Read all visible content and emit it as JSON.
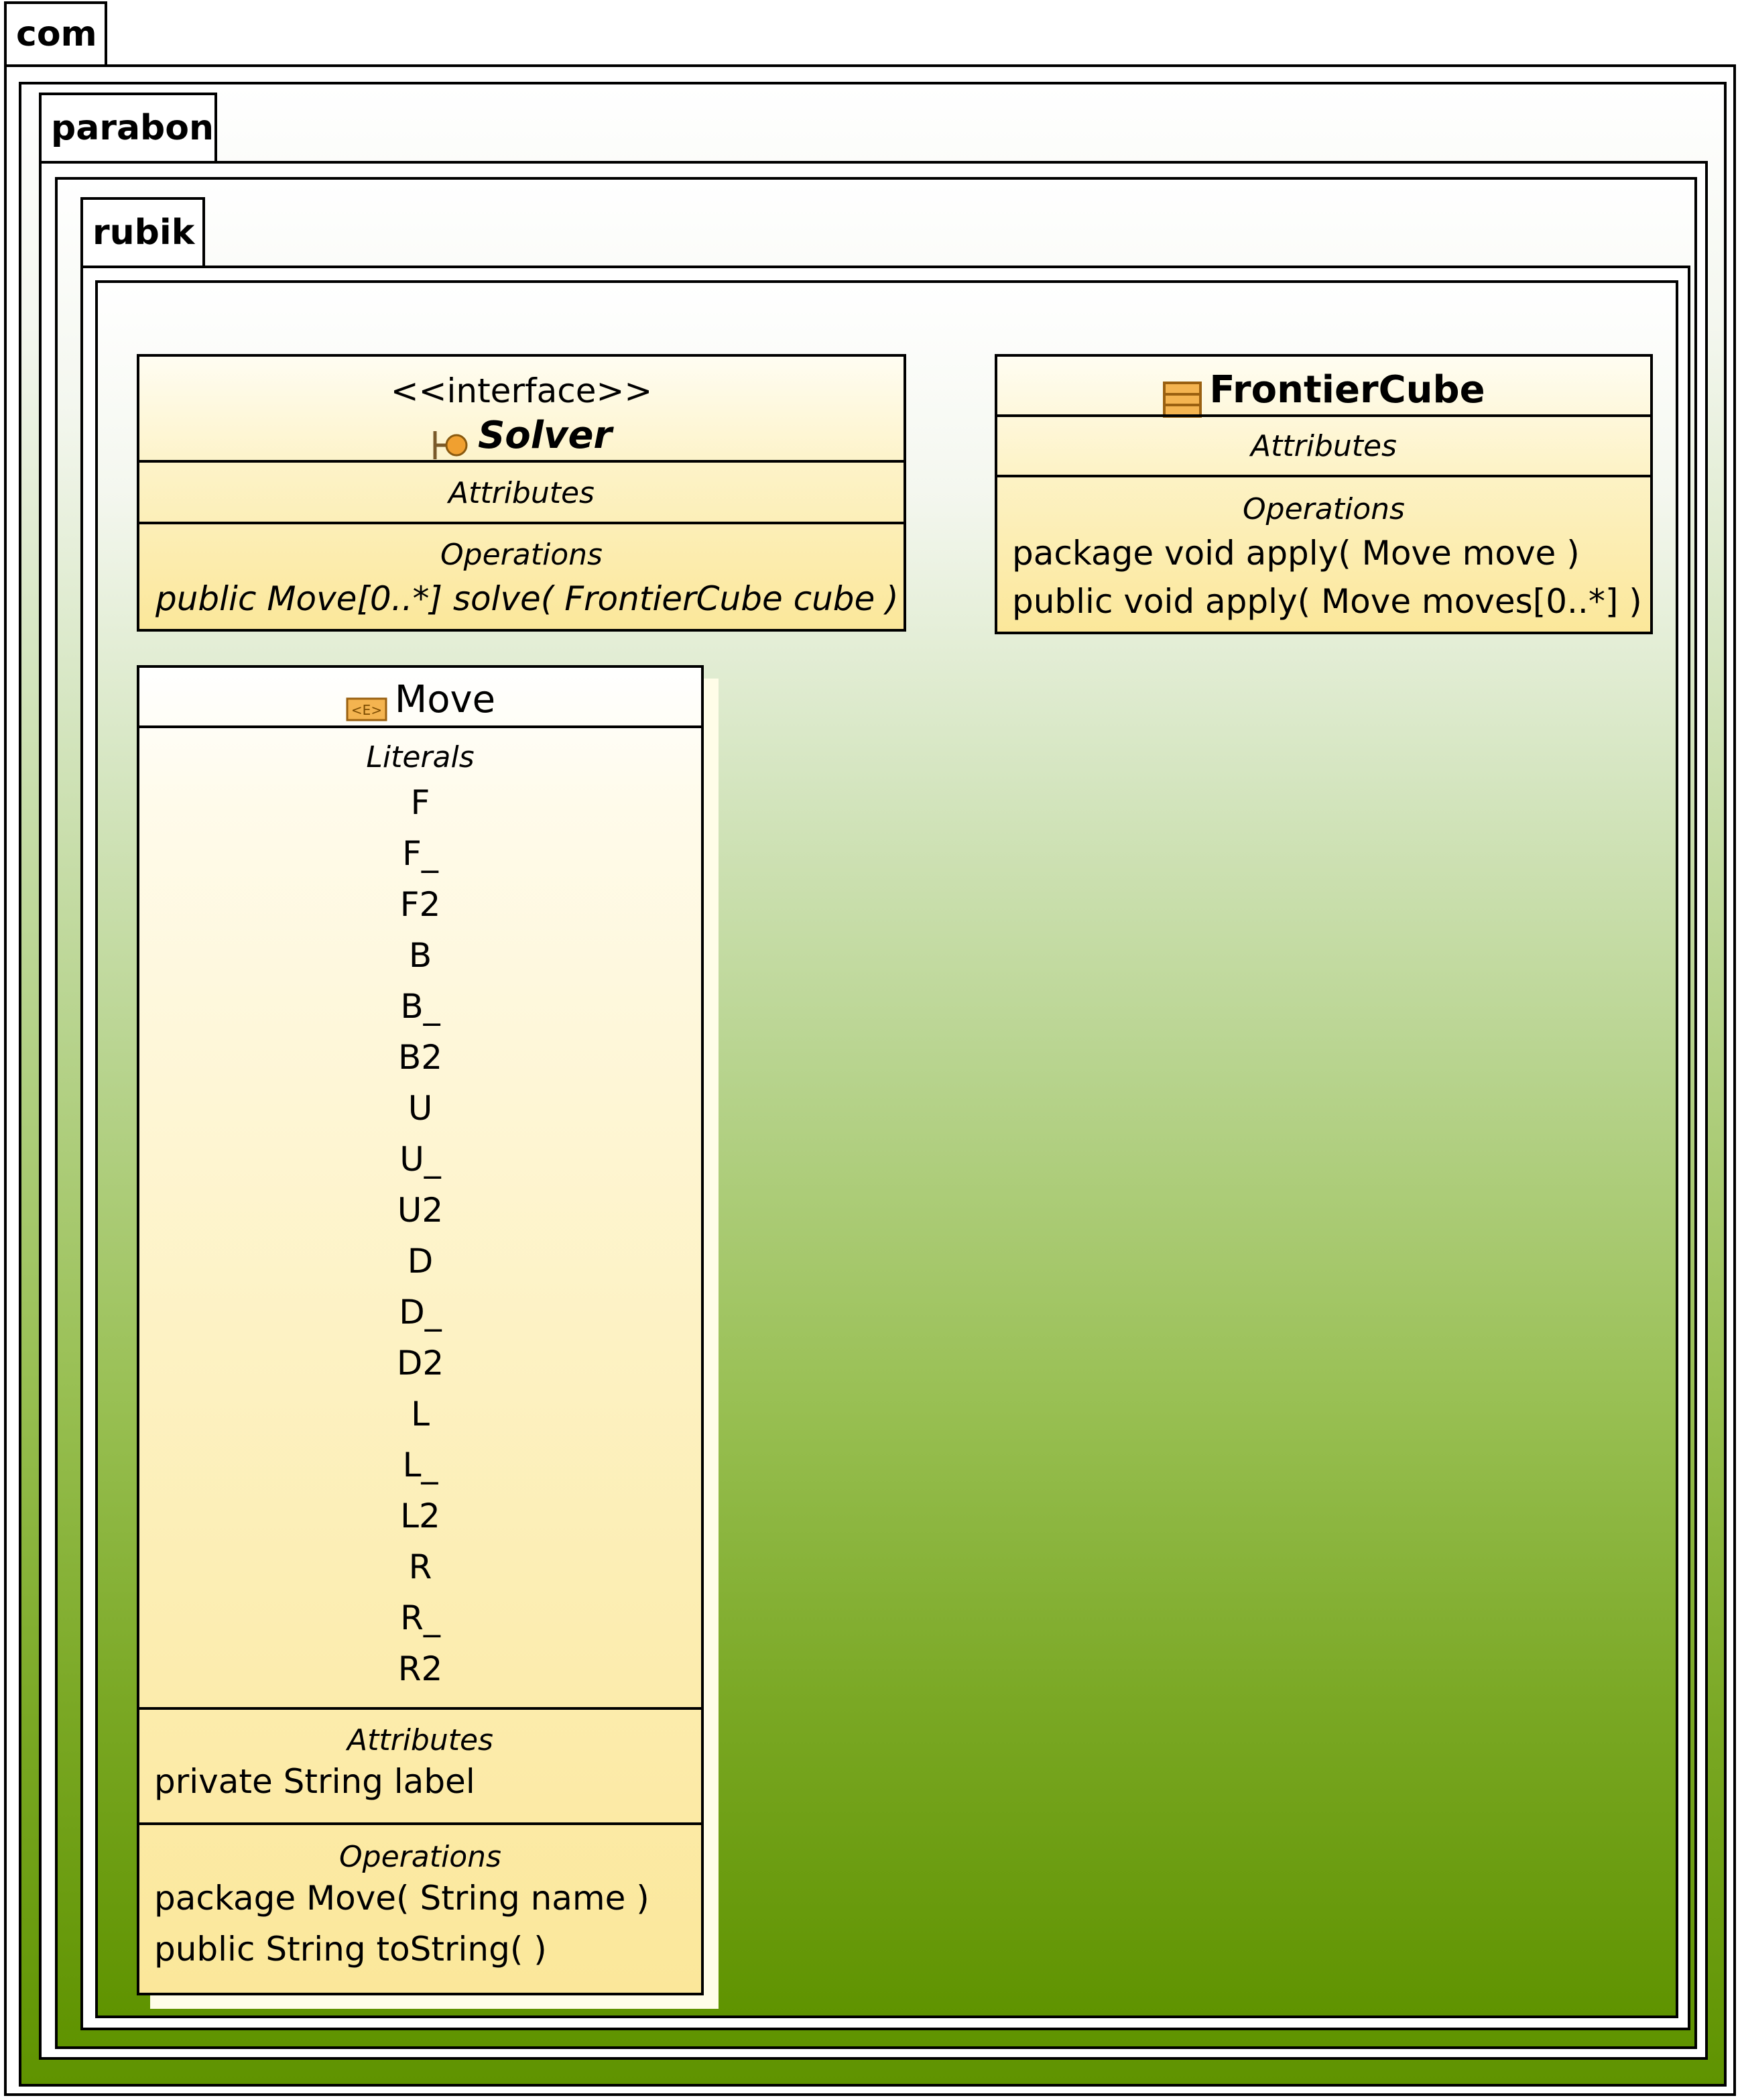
{
  "packages": {
    "outer": "com",
    "middle": "parabon",
    "inner": "rubik"
  },
  "solver": {
    "stereotype": "<<interface>>",
    "name": "Solver",
    "icon": "interface-icon",
    "attributes_title": "Attributes",
    "operations_title": "Operations",
    "operations": [
      "public Move[0..*]  solve( FrontierCube cube )"
    ]
  },
  "frontier_cube": {
    "name": "FrontierCube",
    "icon": "class-icon",
    "attributes_title": "Attributes",
    "operations_title": "Operations",
    "operations": [
      "package void  apply( Move move )",
      "public void  apply( Move moves[0..*] )"
    ]
  },
  "move": {
    "name": "Move",
    "icon": "enumeration-icon",
    "literals_title": "Literals",
    "literals": [
      "F",
      "F_",
      "F2",
      "B",
      "B_",
      "B2",
      "U",
      "U_",
      "U2",
      "D",
      "D_",
      "D2",
      "L",
      "L_",
      "L2",
      "R",
      "R_",
      "R2"
    ],
    "attributes_title": "Attributes",
    "attributes": [
      "private String label"
    ],
    "operations_title": "Operations",
    "operations": [
      "package Move( String name )",
      "public String  toString(  )"
    ]
  },
  "colors": {
    "gradient_top": "#ffffff",
    "gradient_bottom": "#5f9300",
    "box_fill": "#fbe79a"
  }
}
